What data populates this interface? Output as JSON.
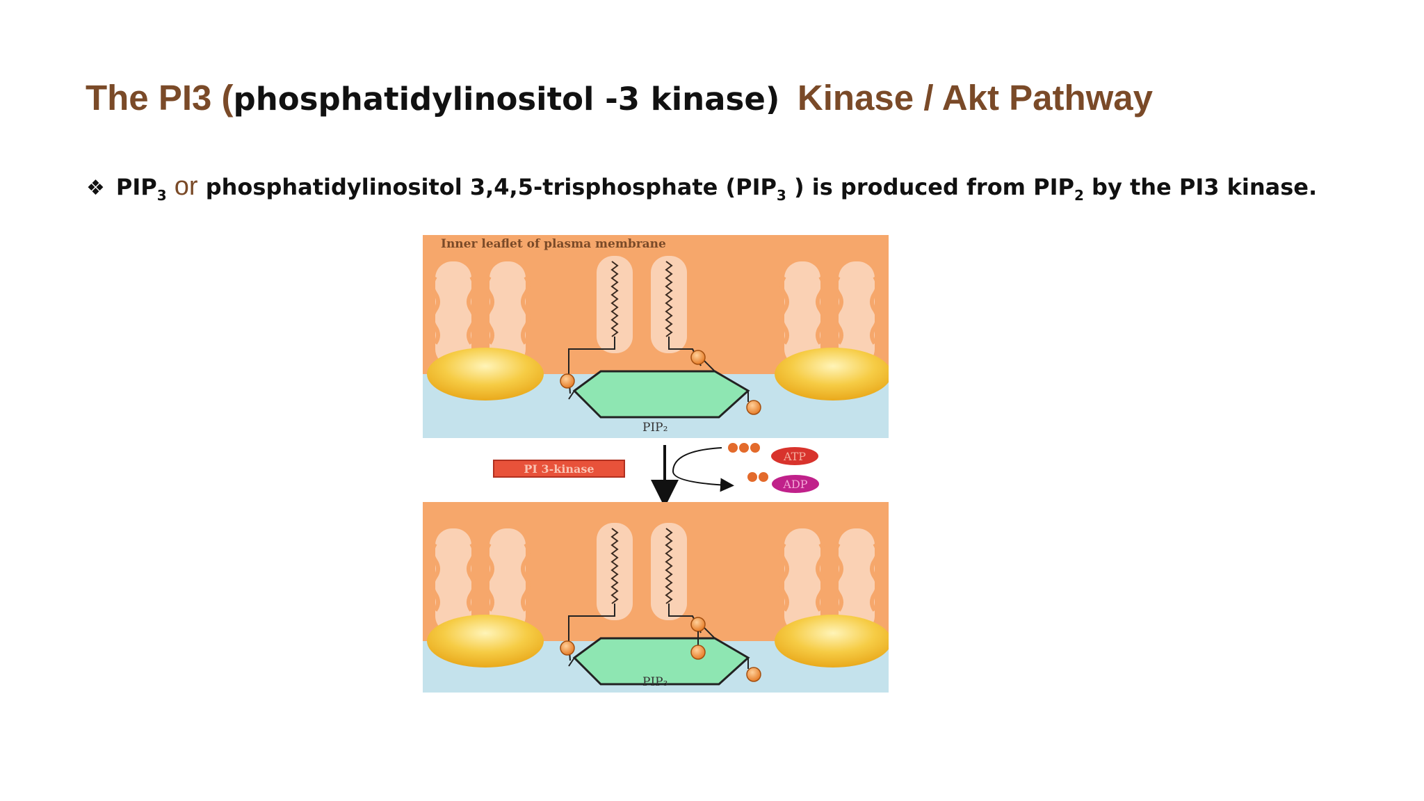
{
  "title": {
    "part1": "The PI3 (",
    "part2": "phosphatidylinositol -3 kinase)",
    "part3": "Kinase / Akt Pathway"
  },
  "bullet": {
    "marker": "❖",
    "t1": "PIP",
    "s1": "3",
    "or": "or",
    "t2": "phosphatidylinositol 3,4,5-trisphosphate (PIP",
    "s2": "3",
    "t3": " ) is produced from PIP",
    "s3": "2",
    "t4": " by the PI3 kinase."
  },
  "figure": {
    "membrane_label": "Inner leaflet of plasma membrane",
    "top_label": "PIP₂",
    "bottom_label": "PIP₃",
    "enzyme_label": "PI 3-kinase",
    "atp_label": "ATP",
    "adp_label": "ADP",
    "colors": {
      "membrane": "#f6a76b",
      "cytosol": "#c4e2ec",
      "lipid_tail": "#fad1b4",
      "head_group": "#f2bd2e",
      "inositol_ring": "#8ee6b2",
      "phosphate": "#e87f2b",
      "enzyme_box": "#e8523a",
      "atp": "#d8332c",
      "adp": "#c0218a"
    }
  }
}
